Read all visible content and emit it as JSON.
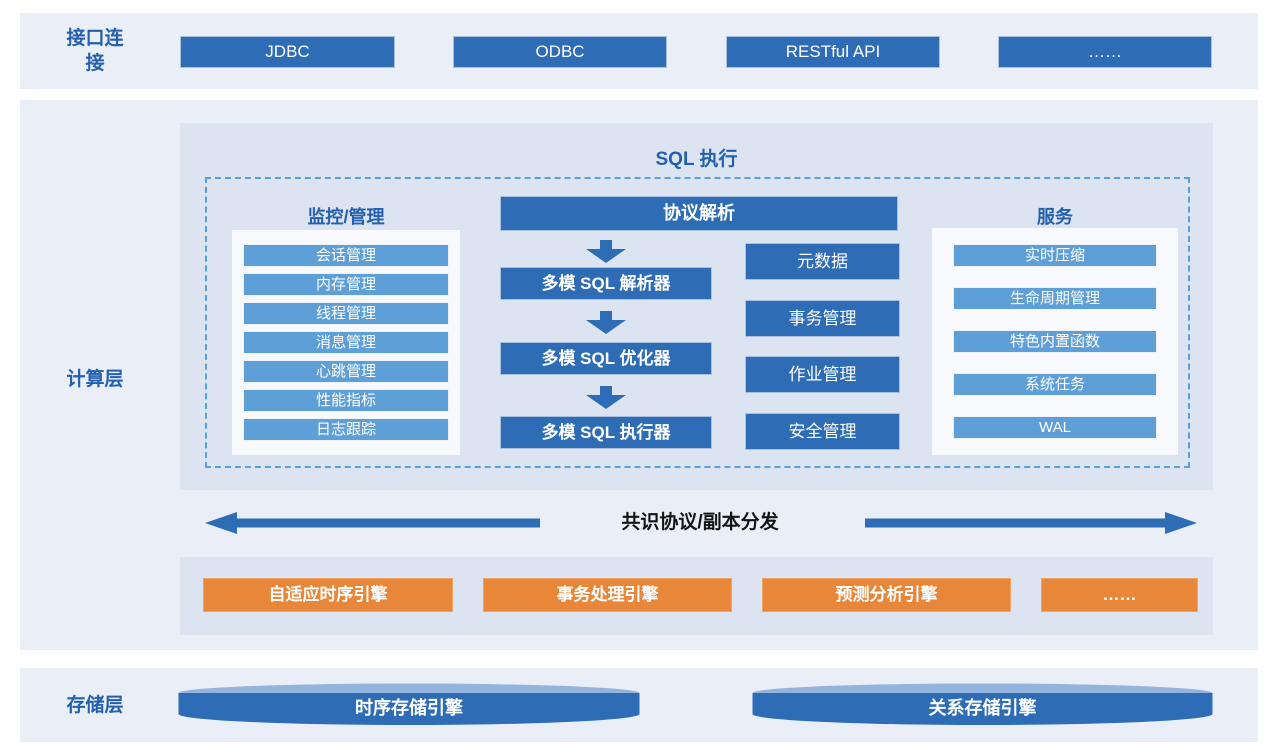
{
  "colors": {
    "dark_blue": "#2e6cb5",
    "light_blue": "#5f9fd8",
    "orange": "#e8863a",
    "accent_text": "#2460ad",
    "band_bg": "#e9eef7",
    "inner_panel_bg": "#dce4f2",
    "dashed_border": "#58a0dc",
    "cylinder_top": "#93b4de"
  },
  "interface_layer": {
    "label": "接口连接",
    "boxes": [
      {
        "label": "JDBC"
      },
      {
        "label": "ODBC"
      },
      {
        "label": "RESTful API"
      },
      {
        "label": "……"
      }
    ]
  },
  "compute_layer": {
    "label": "计算层",
    "sql_exec_title": "SQL 执行",
    "monitor": {
      "title": "监控/管理",
      "items": [
        {
          "label": "会话管理"
        },
        {
          "label": "内存管理"
        },
        {
          "label": "线程管理"
        },
        {
          "label": "消息管理"
        },
        {
          "label": "心跳管理"
        },
        {
          "label": "性能指标"
        },
        {
          "label": "日志跟踪"
        }
      ]
    },
    "protocol": {
      "title": "协议解析",
      "pipeline": [
        {
          "label": "多模 SQL 解析器"
        },
        {
          "label": "多模 SQL 优化器"
        },
        {
          "label": "多模 SQL 执行器"
        }
      ],
      "side_boxes": [
        {
          "label": "元数据"
        },
        {
          "label": "事务管理"
        },
        {
          "label": "作业管理"
        },
        {
          "label": "安全管理"
        }
      ]
    },
    "services": {
      "title": "服务",
      "items": [
        {
          "label": "实时压缩"
        },
        {
          "label": "生命周期管理"
        },
        {
          "label": "特色内置函数"
        },
        {
          "label": "系统任务"
        },
        {
          "label": "WAL"
        }
      ]
    },
    "consensus_label": "共识协议/副本分发",
    "engines": [
      {
        "label": "自适应时序引擎"
      },
      {
        "label": "事务处理引擎"
      },
      {
        "label": "预测分析引擎"
      },
      {
        "label": "……"
      }
    ]
  },
  "storage_layer": {
    "label": "存储层",
    "cylinders": [
      {
        "label": "时序存储引擎"
      },
      {
        "label": "关系存储引擎"
      }
    ]
  }
}
